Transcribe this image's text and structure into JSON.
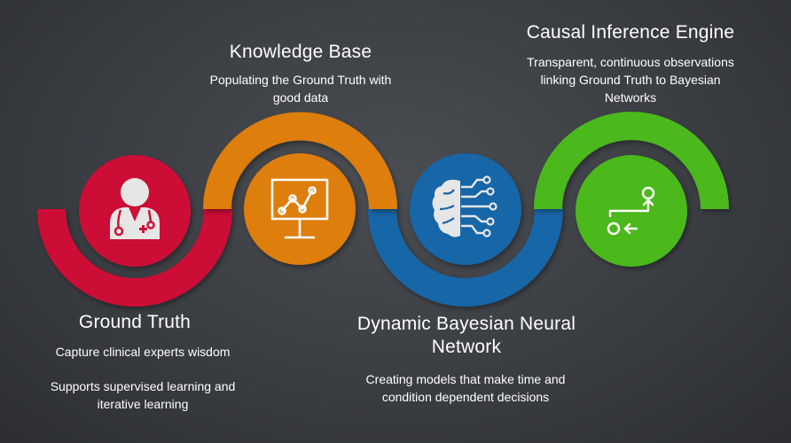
{
  "stages": [
    {
      "title": "Ground Truth",
      "descriptions": [
        "Capture clinical experts wisdom",
        "Supports supervised learning and iterative learning"
      ],
      "icon": "doctor-icon",
      "color": "#cc1136"
    },
    {
      "title": "Knowledge Base",
      "descriptions": [
        "Populating the Ground Truth with good data"
      ],
      "icon": "chart-monitor-icon",
      "color": "#de7e0c"
    },
    {
      "title": "Dynamic Bayesian Neural Network",
      "descriptions": [
        "Creating models that make time and condition dependent decisions"
      ],
      "icon": "brain-circuit-icon",
      "color": "#1766a8"
    },
    {
      "title": "Causal Inference Engine",
      "descriptions": [
        "Transparent, continuous observations linking Ground Truth to Bayesian Networks"
      ],
      "icon": "workflow-arrows-icon",
      "color": "#4bb81f"
    }
  ]
}
